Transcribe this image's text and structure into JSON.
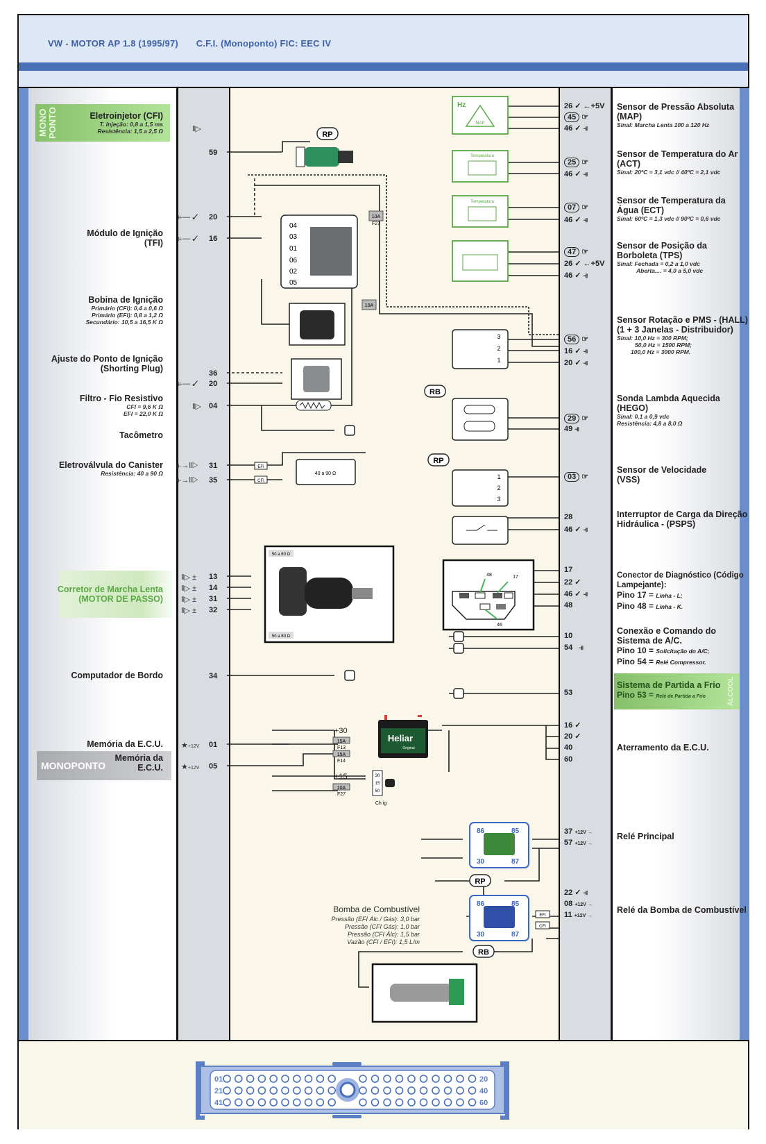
{
  "header": {
    "title_left": "VW - MOTOR AP 1.8 (1995/97)",
    "title_right": "C.F.I. (Monoponto) FIC: EEC IV"
  },
  "left_components": [
    {
      "title": "Eletroinjetor (CFI)",
      "sub": [
        "T. Injeção: 0,8 a 1,5 ms",
        "Resistência: 1,5 a 2,5 Ω"
      ],
      "badge": "MONO PONTO",
      "pins": [
        "59"
      ],
      "symbols": "‖▷"
    },
    {
      "title": "Módulo de Ignição (TFI)",
      "sub": [],
      "pins": [
        "20",
        "16"
      ],
      "symbols": "ground ✓"
    },
    {
      "title": "Bobina de Ignição",
      "sub": [
        "Primário (CFI): 0,4 a 0,6 Ω",
        "Primário (EFI): 0,8 a 1,2 Ω",
        "Secundário: 10,5 a 16,5 K Ω"
      ],
      "pins": []
    },
    {
      "title": "Ajuste do Ponto de Ignição (Shorting Plug)",
      "sub": [],
      "pins": [
        "36",
        "20"
      ]
    },
    {
      "title": "Filtro - Fio Resistivo",
      "sub": [
        "CFI = 9,6 K Ω",
        "EFI = 22,0 K Ω"
      ],
      "pins": [
        "04"
      ]
    },
    {
      "title": "Tacômetro",
      "sub": [],
      "pins": []
    },
    {
      "title": "Eletroválvula do Canister",
      "sub": [
        "Resistência: 40 a 90 Ω"
      ],
      "pins": [
        "31",
        "35"
      ]
    },
    {
      "title": "Corretor de Marcha Lenta (MOTOR DE PASSO)",
      "sub": [],
      "pins": [
        "13",
        "14",
        "31",
        "32"
      ]
    },
    {
      "title": "Computador de Bordo",
      "sub": [],
      "pins": [
        "34"
      ]
    },
    {
      "title": "Memória da E.C.U.",
      "sub": [],
      "pins": [
        "01"
      ],
      "supply": "+12V"
    },
    {
      "title": "Memória da E.C.U.",
      "sub": [],
      "badge": "MONOPONTO",
      "pins": [
        "05"
      ],
      "supply": "+12V"
    }
  ],
  "right_components": [
    {
      "title": "Sensor de Pressão Absoluta (MAP)",
      "sub": [
        "Sinal: Marcha Lenta 100 a 120 Hz"
      ],
      "pins": [
        "26",
        "45",
        "46"
      ]
    },
    {
      "title": "Sensor de Temperatura do Ar (ACT)",
      "sub": [
        "Sinal: 20ºC = 3,1 vdc // 40ºC = 2,1 vdc"
      ],
      "pins": [
        "25",
        "46"
      ]
    },
    {
      "title": "Sensor de Temperatura da Água (ECT)",
      "sub": [
        "Sinal: 60ºC = 1,3 vdc // 90ºC = 0,6 vdc"
      ],
      "pins": [
        "07",
        "46"
      ]
    },
    {
      "title": "Sensor de Posição da Borboleta (TPS)",
      "sub": [
        "Sinal: Fechada = 0,2 a 1,0 vdc",
        "Aberta.... = 4,0 a 5,0 vdc"
      ],
      "pins": [
        "47",
        "26",
        "46"
      ]
    },
    {
      "title": "Sensor Rotação e PMS - (HALL) (1 + 3 Janelas - Distribuidor)",
      "sub": [
        "Sinal: 10,0 Hz = 300 RPM;",
        "50,0 Hz = 1500 RPM;",
        "100,0 Hz = 3000 RPM."
      ],
      "pins": [
        "56",
        "16",
        "20"
      ]
    },
    {
      "title": "Sonda Lambda Aquecida (HEGO)",
      "sub": [
        "Sinal: 0,1 a 0,9 vdc",
        "Resistência: 4,8 a 8,0 Ω"
      ],
      "pins": [
        "29",
        "49"
      ]
    },
    {
      "title": "Sensor de Velocidade (VSS)",
      "sub": [],
      "pins": [
        "03"
      ]
    },
    {
      "title": "Interruptor de Carga da Direção Hidráulica - (PSPS)",
      "sub": [],
      "pins": [
        "28",
        "46"
      ]
    },
    {
      "title": "Conector de Diagnóstico (Código Lampejante):",
      "lines": [
        [
          "Pino 17 = ",
          "Linha - L;"
        ],
        [
          "Pino 48 = ",
          "Linha - K."
        ]
      ],
      "pins": [
        "17",
        "22",
        "46",
        "48"
      ]
    },
    {
      "title": "Conexão e Comando do Sistema de A/C.",
      "lines": [
        [
          "Pino 10 = ",
          "Solicitação do A/C;"
        ],
        [
          "Pino 54 = ",
          "Relé Compressor."
        ]
      ],
      "pins": [
        "10",
        "54"
      ]
    },
    {
      "title": "Sistema de Partida a Frio",
      "lines": [
        [
          "Pino 53 = ",
          "Relé de Partida a Frio"
        ]
      ],
      "badge": "ÁLCOOL",
      "pins": [
        "53"
      ]
    },
    {
      "title": "Aterramento da E.C.U.",
      "sub": [],
      "pins": [
        "16",
        "20",
        "40",
        "60"
      ]
    },
    {
      "title": "Relé Principal",
      "sub": [],
      "pins": [
        "37",
        "57"
      ],
      "supply": "+12V →"
    },
    {
      "title": "Relé da Bomba de Combustível",
      "sub": [],
      "pins": [
        "22",
        "08",
        "11"
      ],
      "supply": "+12V →"
    }
  ],
  "diagram": {
    "rp": "RP",
    "rb": "RB",
    "ign_module_pins": [
      "04",
      "03",
      "01",
      "06",
      "02",
      "05"
    ],
    "fuse_10a_f27": [
      "10A",
      "F27"
    ],
    "fuse_15a_f13": [
      "15A",
      "F13"
    ],
    "fuse_15a_f14": [
      "15A",
      "F14"
    ],
    "plus15": "+15",
    "plus30": "+30",
    "v12": "12V",
    "ignition_switch": [
      "30",
      "15",
      "50"
    ],
    "ignition_label": "Ch ig",
    "battery_brand": "Heliar",
    "battery_sub": "Original",
    "canister_res": "40 a 90 Ω",
    "idle_res": "50 a 80 Ω",
    "diag_pins": [
      "48",
      "17",
      "46"
    ],
    "sensor_map_label": "MAP",
    "sensor_temp_label": "Temperatura",
    "hz_label": "Hz",
    "relay_pins": [
      "86",
      "85",
      "30",
      "87"
    ],
    "efi": "EFI",
    "cfi": "CFI",
    "pump": {
      "title": "Bomba de Combustível",
      "lines": [
        "Pressão (EFI Álc / Gás): 3,0 bar",
        "Pressão (CFI Gás): 1,0 bar",
        "Pressão (CFI Álc): 1,5 bar",
        "Vazão (CFI / EFI): 1,5 L/m"
      ]
    }
  },
  "connector": {
    "rows": [
      [
        "01",
        "20"
      ],
      [
        "21",
        "40"
      ],
      [
        "41",
        "60"
      ]
    ],
    "pins_per_row": 20
  },
  "colors": {
    "brand_blue": "#4a71b8",
    "sensor_green": "#5aa845",
    "relay_blue": "#3a66c4"
  }
}
